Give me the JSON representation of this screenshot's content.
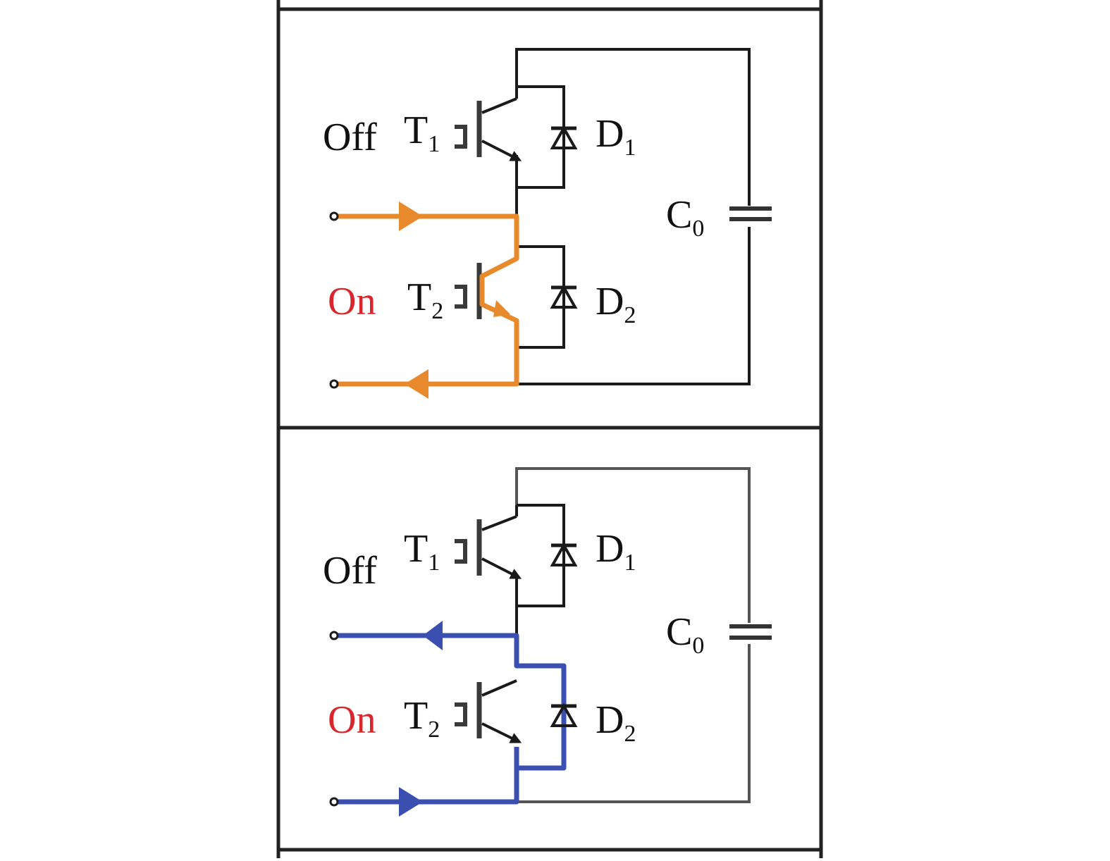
{
  "panels": [
    {
      "id": "top",
      "t1_state": "Off",
      "t2_state": "On",
      "upper_switch": {
        "label": "T",
        "sub": "1"
      },
      "lower_switch": {
        "label": "T",
        "sub": "2"
      },
      "upper_diode": {
        "label": "D",
        "sub": "1"
      },
      "lower_diode": {
        "label": "D",
        "sub": "2"
      },
      "capacitor": {
        "label": "C",
        "sub": "0"
      },
      "current_color": "#e8892b",
      "current_path": "through-T2"
    },
    {
      "id": "bottom",
      "t1_state": "Off",
      "t2_state": "On",
      "upper_switch": {
        "label": "T",
        "sub": "1"
      },
      "lower_switch": {
        "label": "T",
        "sub": "2"
      },
      "upper_diode": {
        "label": "D",
        "sub": "1"
      },
      "lower_diode": {
        "label": "D",
        "sub": "2"
      },
      "capacitor": {
        "label": "C",
        "sub": "0"
      },
      "current_color": "#3a4fb0",
      "current_path": "through-D2"
    }
  ],
  "colors": {
    "on_text": "#d9262c",
    "wire": "#1a1a1a",
    "frame": "#222222"
  }
}
